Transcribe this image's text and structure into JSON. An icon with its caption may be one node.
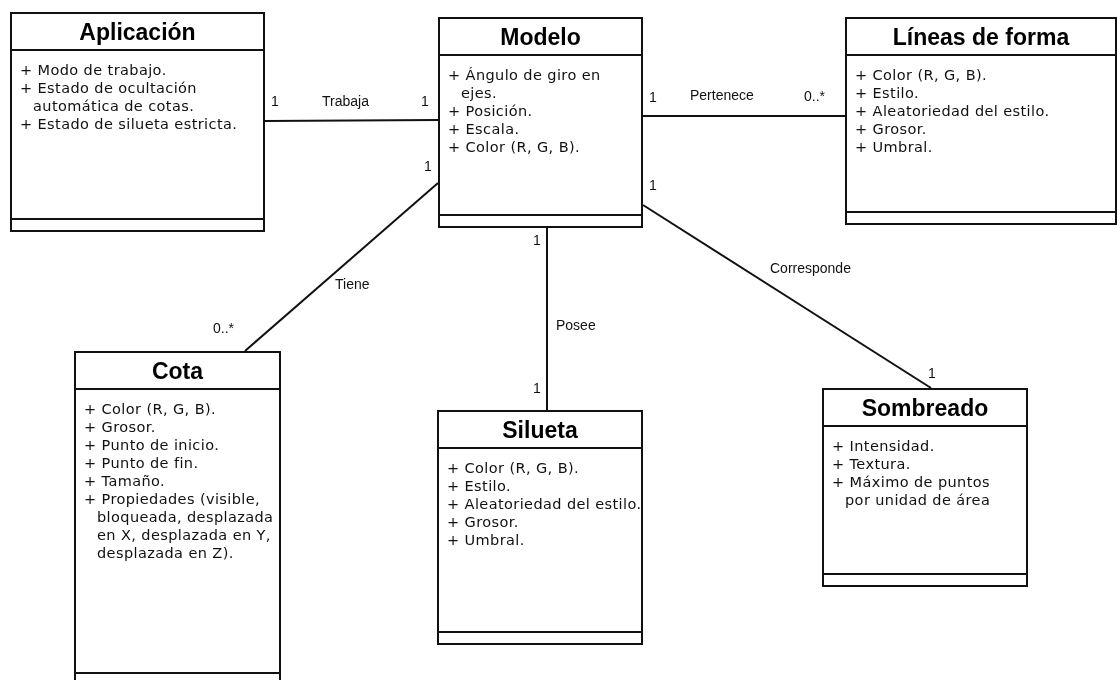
{
  "diagram": {
    "nodes": [
      {
        "text": [
          "Aplicación",
          "+ Modo de trabajo.",
          "+ Estado de ocultación automática de cotas.",
          "+ Estado de silueta estricta."
        ]
      },
      {
        "text": [
          "Modelo",
          "+ Ángulo de giro en ejes.",
          "+ Posición.",
          "+ Escala.",
          "+ Color (R, G, B)."
        ]
      },
      {
        "text": [
          "Líneas de forma",
          "+ Color (R, G, B).",
          "+ Estilo.",
          "+ Aleatoriedad del estilo.",
          "+ Grosor.",
          "+ Umbral."
        ]
      },
      {
        "text": [
          "Cota",
          "+ Color (R, G, B).",
          "+ Grosor.",
          "+ Punto de inicio.",
          "+ Punto de fin.",
          "+ Tamaño.",
          "+ Propiedades (visible, bloqueada, desplazada en X, desplazada en Y, desplazada en Z)."
        ]
      },
      {
        "text": [
          "Silueta",
          "+ Color (R, G, B).",
          "+ Estilo.",
          "+ Aleatoriedad del estilo.",
          "+ Grosor.",
          "+ Umbral."
        ]
      },
      {
        "text": [
          "Sombreado",
          "+ Intensidad.",
          "+ Textura.",
          "+ Máximo de puntos por unidad de área"
        ]
      }
    ],
    "edges": [
      {
        "from": 0,
        "to": 1,
        "arrow": "none",
        "label": "Trabaja"
      },
      {
        "from": 1,
        "to": 2,
        "arrow": "none",
        "label": "Pertenece"
      },
      {
        "from": 1,
        "to": 3,
        "arrow": "none",
        "label": "Tiene"
      },
      {
        "from": 1,
        "to": 4,
        "arrow": "none",
        "label": "Posee"
      },
      {
        "from": 1,
        "to": 5,
        "arrow": "none",
        "label": "Corresponde"
      }
    ],
    "labels": [
      "1",
      "1",
      "1",
      "0..*",
      "1",
      "1",
      "1",
      "0..*",
      "1",
      "1"
    ]
  }
}
